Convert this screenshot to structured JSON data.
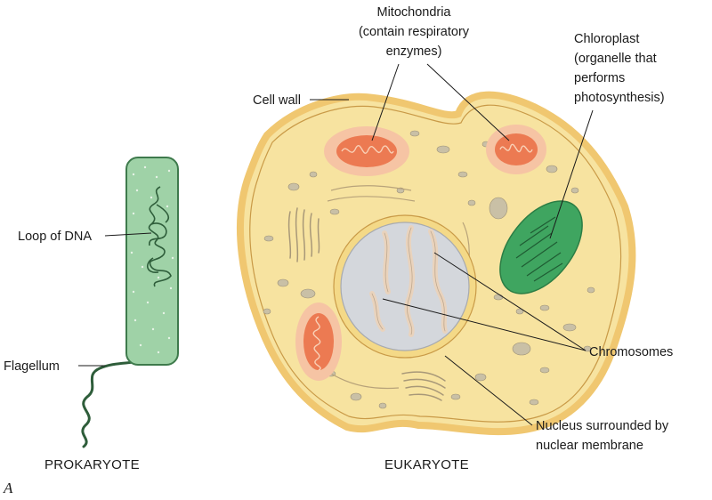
{
  "figure_letter": "A",
  "prokaryote": {
    "caption": "PROKARYOTE",
    "labels": {
      "dna": "Loop of DNA",
      "flagellum": "Flagellum"
    }
  },
  "eukaryote": {
    "caption": "EUKARYOTE",
    "labels": {
      "mito_l1": "Mitochondria",
      "mito_l2": "(contain respiratory",
      "mito_l3": "enzymes)",
      "chloro_l1": "Chloroplast",
      "chloro_l2": "(organelle that",
      "chloro_l3": "performs",
      "chloro_l4": "photosynthesis)",
      "cell_wall": "Cell wall",
      "chromosomes": "Chromosomes",
      "nucleus_l1": "Nucleus surrounded by",
      "nucleus_l2": "nuclear membrane"
    }
  },
  "colors": {
    "cytoplasm": "#f7e3a0",
    "cell_wall": "#f0c770",
    "prokaryote": "#9fd2a7",
    "dna": "#2e5d3a",
    "mito_outer": "#f6c4a4",
    "mito_inner": "#ec7a52",
    "chloroplast": "#3fa560",
    "nucleus": "#d4d7dc",
    "chromosome": "#e9d3bd",
    "vesicle": "#c9c0a6"
  }
}
